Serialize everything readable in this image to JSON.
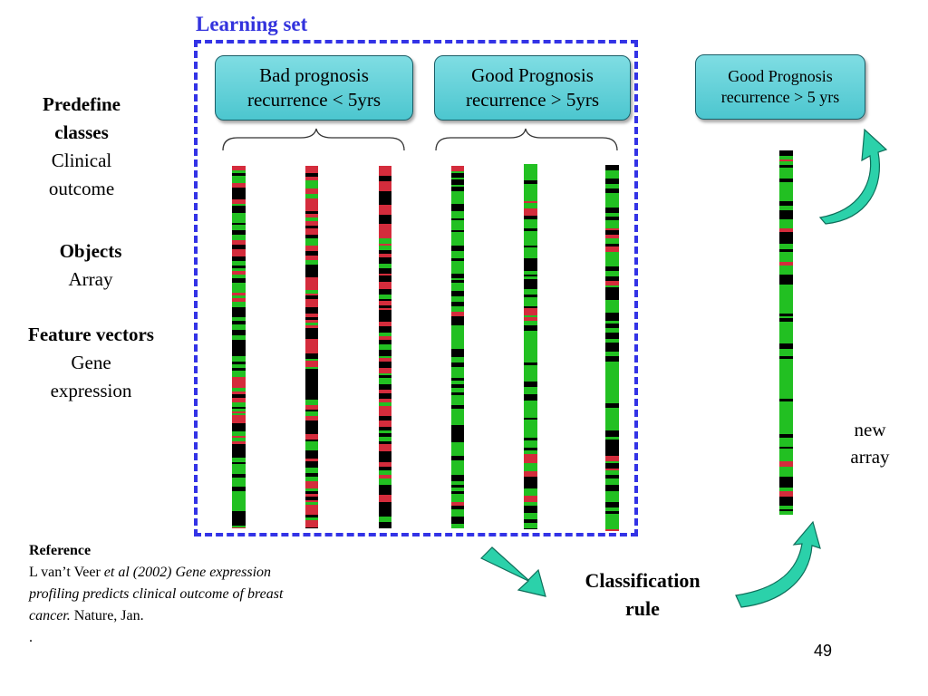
{
  "learning_set_label": "Learning set",
  "classes": {
    "bad": {
      "line1": "Bad prognosis",
      "line2": "recurrence < 5yrs"
    },
    "good": {
      "line1": "Good Prognosis",
      "line2": "recurrence > 5yrs"
    },
    "predicted": {
      "line1": "Good Prognosis",
      "line2": "recurrence > 5 yrs"
    }
  },
  "left_labels": {
    "classes_title_1": "Predefine",
    "classes_title_2": "classes",
    "classes_sub_1": "Clinical",
    "classes_sub_2": "outcome",
    "objects_title": "Objects",
    "objects_sub": "Array",
    "features_title": "Feature vectors",
    "features_sub_1": "Gene",
    "features_sub_2": "expression"
  },
  "new_array_label_1": "new",
  "new_array_label_2": "array",
  "classification_rule_1": "Classification",
  "classification_rule_2": "rule",
  "reference": {
    "title": "Reference",
    "authors": "L van’t Veer ",
    "italic_part_1": "et al (2002) Gene expression",
    "italic_part_2": "profiling predicts clinical outcome of breast",
    "italic_part_3": "cancer.",
    "journal": " Nature, Jan.",
    "dot": "."
  },
  "page_number": "49",
  "colors": {
    "learning_set_border": "#3333e6",
    "learning_set_text": "#3333dd",
    "box_fill": "#5ccdd5",
    "box_border": "#1a5d66",
    "arrow_fill": "#22c5a0",
    "arrow_dark": "#0f8a6e",
    "gene_up": "#22c022",
    "gene_down": "#d42c3c",
    "gene_neutral": "#000000"
  },
  "arrays": [
    {
      "name": "bad-array-1",
      "tone": "mixed-green"
    },
    {
      "name": "bad-array-2",
      "tone": "mixed-red"
    },
    {
      "name": "bad-array-3",
      "tone": "mixed-red"
    },
    {
      "name": "good-array-1",
      "tone": "green"
    },
    {
      "name": "good-array-2",
      "tone": "green"
    },
    {
      "name": "good-array-3",
      "tone": "green"
    },
    {
      "name": "new-array",
      "tone": "green"
    }
  ]
}
